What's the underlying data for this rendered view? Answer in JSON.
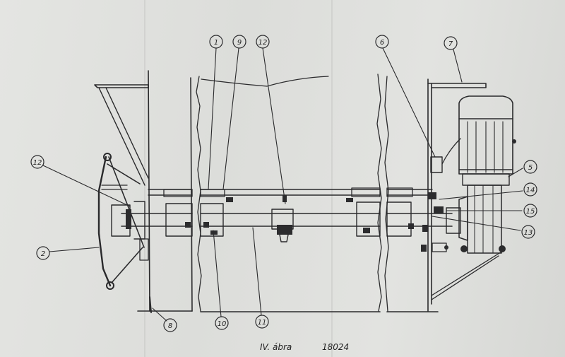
{
  "figure": {
    "caption_label": "IV. ábra",
    "caption_number": "18024"
  },
  "callouts": [
    {
      "id": "c1",
      "label": "1"
    },
    {
      "id": "c9",
      "label": "9"
    },
    {
      "id": "c12top",
      "label": "12"
    },
    {
      "id": "c6",
      "label": "6"
    },
    {
      "id": "c7",
      "label": "7"
    },
    {
      "id": "c12left",
      "label": "12"
    },
    {
      "id": "c5",
      "label": "5"
    },
    {
      "id": "c14",
      "label": "14"
    },
    {
      "id": "c15",
      "label": "15"
    },
    {
      "id": "c13",
      "label": "13"
    },
    {
      "id": "c2",
      "label": "2"
    },
    {
      "id": "c8",
      "label": "8"
    },
    {
      "id": "c10",
      "label": "10"
    },
    {
      "id": "c11",
      "label": "11"
    }
  ]
}
